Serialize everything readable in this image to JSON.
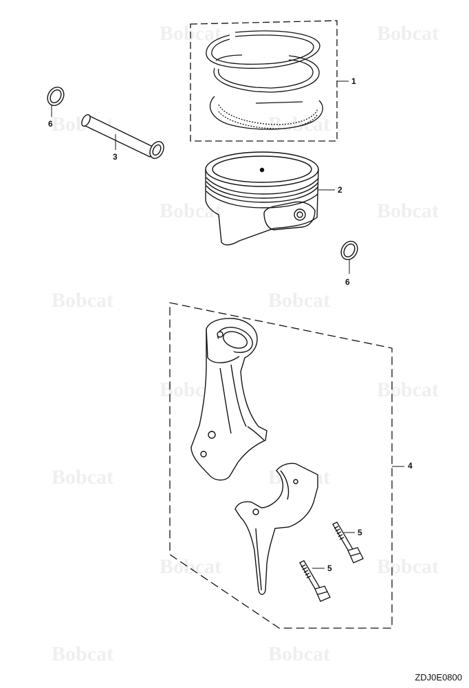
{
  "watermark": {
    "text": "Bobcat"
  },
  "callouts": [
    {
      "id": "ring-set",
      "label": "1"
    },
    {
      "id": "piston",
      "label": "2"
    },
    {
      "id": "piston-pin",
      "label": "3"
    },
    {
      "id": "connecting-rod-assembly",
      "label": "4"
    },
    {
      "id": "rod-bolt-upper",
      "label": "5"
    },
    {
      "id": "rod-bolt-lower",
      "label": "5"
    },
    {
      "id": "clip-left",
      "label": "6"
    },
    {
      "id": "clip-right",
      "label": "6"
    }
  ],
  "drawing_code": "ZDJ0E0800",
  "colors": {
    "line": "#111111",
    "watermark": "#efefef"
  }
}
